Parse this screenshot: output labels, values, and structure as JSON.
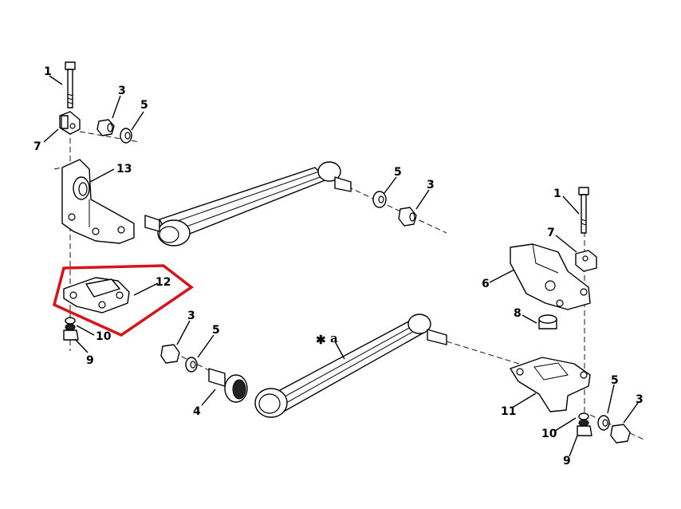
{
  "labels": {
    "l1a": "1",
    "l3a": "3",
    "l5a": "5",
    "l7a": "7",
    "l13": "13",
    "l5b": "5",
    "l3b": "3",
    "l12": "12",
    "l10a": "10",
    "l9a": "9",
    "l3c": "3",
    "l5c": "5",
    "l4": "4",
    "star": "✱",
    "a": "a",
    "l1b": "1",
    "l7b": "7",
    "l6": "6",
    "l8": "8",
    "l11": "11",
    "l5d": "5",
    "l3d": "3",
    "l10b": "10",
    "l9b": "9"
  },
  "colors": {
    "highlight": "#d8141b",
    "ink": "#000000",
    "paper": "#ffffff"
  }
}
